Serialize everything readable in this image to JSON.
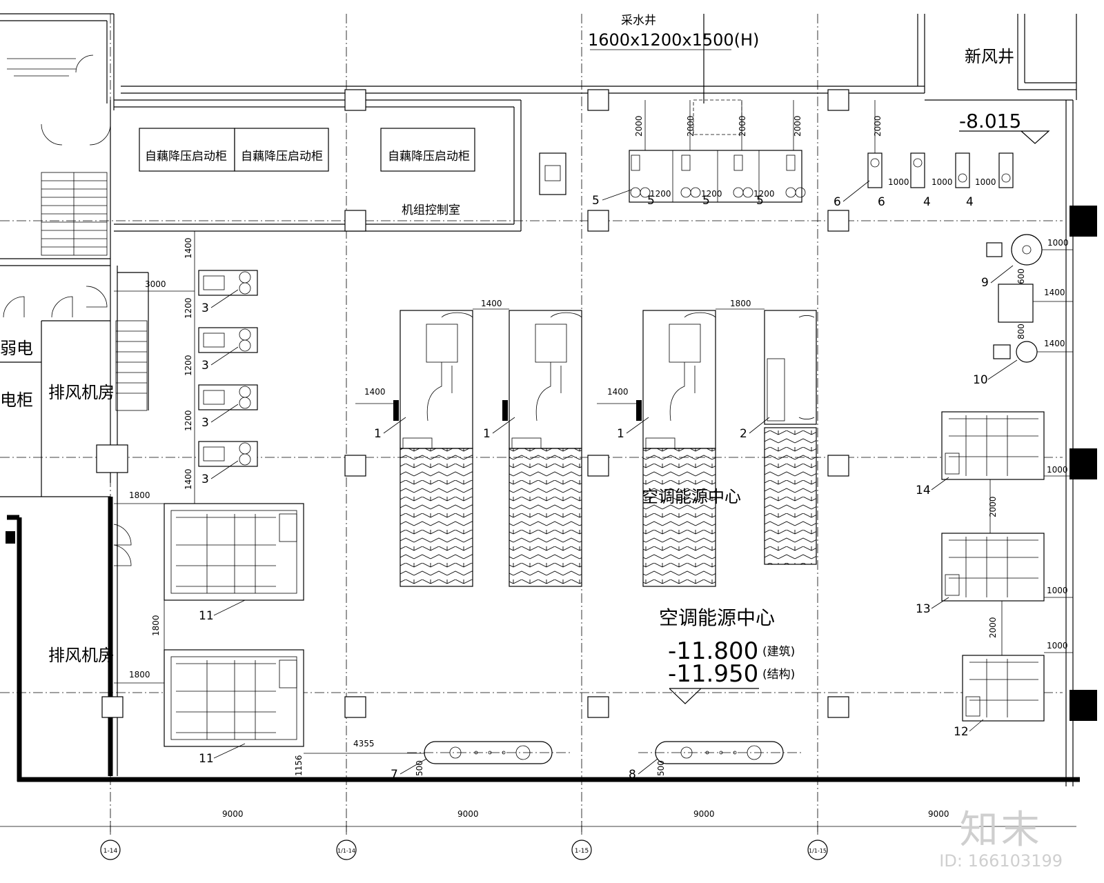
{
  "plan": {
    "well_title": "采水井",
    "well_size": "1600x1200x1500(H)",
    "fresh_air_shaft": "新风井",
    "starter_cabinet": "自藕降压启动柜",
    "control_room": "机组控制室",
    "exhaust_room": "排风机房",
    "elec_room_partial": "弱电",
    "elec_cabinet_partial": "电柜",
    "hvac_center": "空调能源中心",
    "elevation_top": "-8.015",
    "elevation_arch": "-11.800",
    "elevation_arch_note": "(建筑)",
    "elevation_struct": "-11.950",
    "elevation_struct_note": "(结构)"
  },
  "dimensions": {
    "d2000": "2000",
    "d1200": "1200",
    "d1000": "1000",
    "d1400": "1400",
    "d1800": "1800",
    "d3000": "3000",
    "d600": "600",
    "d800": "800",
    "d500": "500",
    "d4355": "4355",
    "d1156": "1156",
    "bay": "9000"
  },
  "axes": {
    "a1": "1-14",
    "a2": "1/1-14",
    "a3": "1-15",
    "a4": "1/1-15"
  },
  "equipment_tags": {
    "t1": "1",
    "t2": "2",
    "t3": "3",
    "t4": "4",
    "t5": "5",
    "t6": "6",
    "t7": "7",
    "t8": "8",
    "t9": "9",
    "t10": "10",
    "t11": "11",
    "t12": "12",
    "t13": "13",
    "t14": "14"
  },
  "watermark": {
    "logo": "知末",
    "id": "ID: 166103199"
  }
}
